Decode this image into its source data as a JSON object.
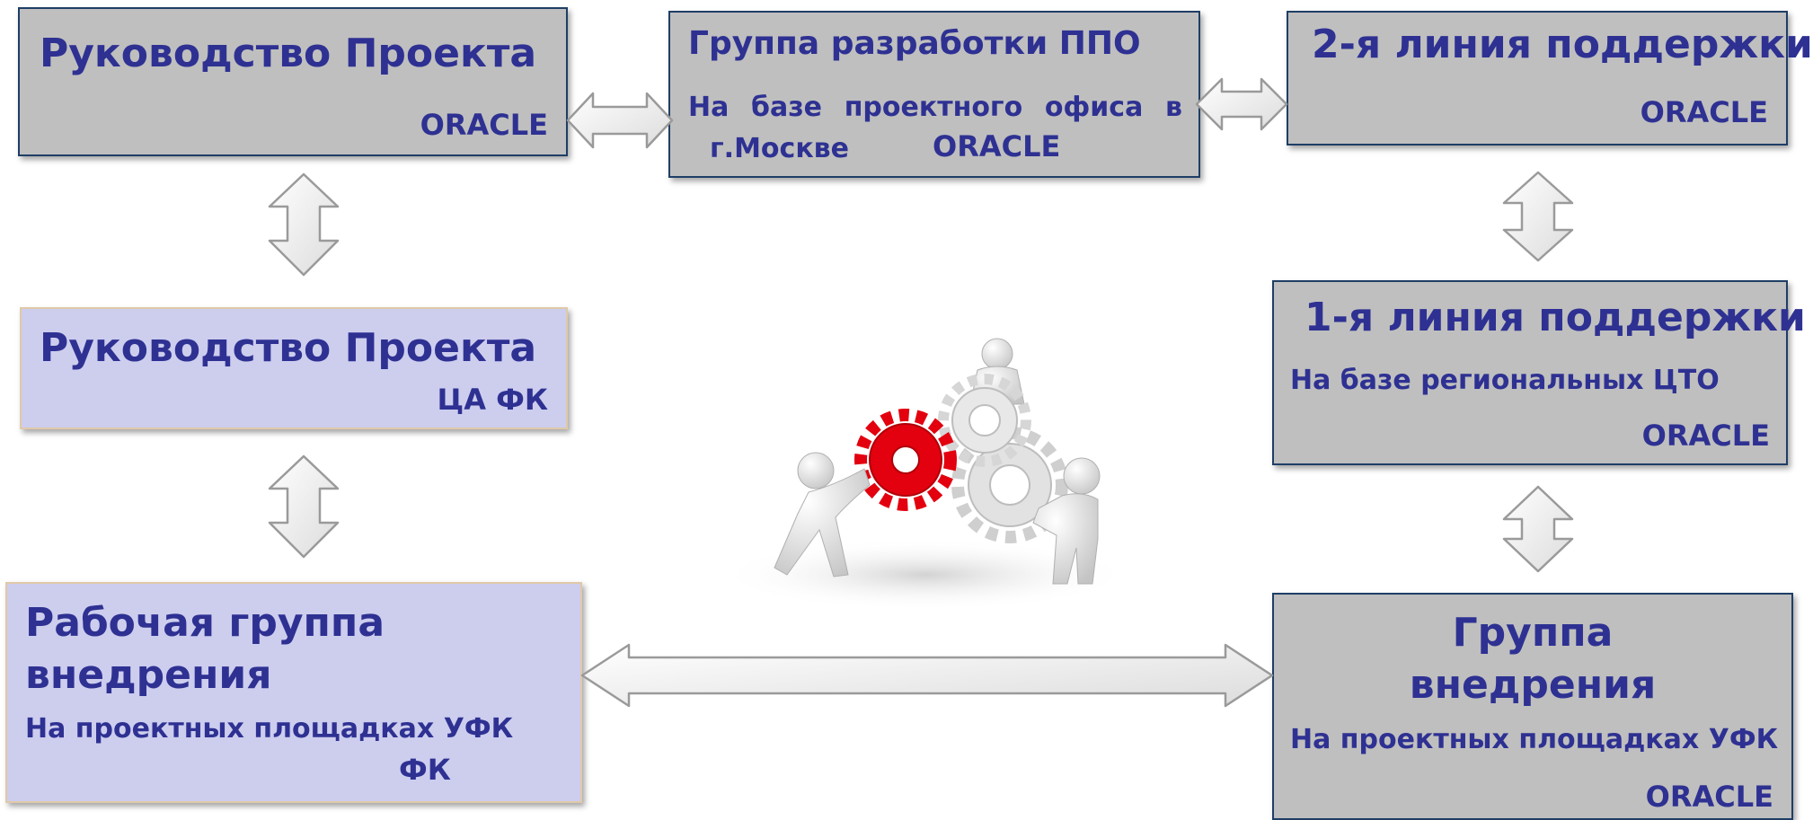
{
  "boxes": {
    "top_left": {
      "title": "Руководство Проекта",
      "org": "ORACLE"
    },
    "top_mid": {
      "title": "Группа разработки ППО",
      "line1_words": [
        "На",
        "базе",
        "проектного",
        "офиса",
        "в"
      ],
      "line2_city": "г.Москве",
      "org": "ORACLE"
    },
    "top_right": {
      "title": "2-я линия поддержки",
      "org": "ORACLE"
    },
    "mid_left": {
      "title": "Руководство Проекта",
      "org": "ЦА ФК"
    },
    "mid_right": {
      "title": "1-я линия поддержки",
      "desc": "На базе региональных ЦТО",
      "org": "ORACLE"
    },
    "bot_left": {
      "title_line1": "Рабочая группа",
      "title_line2": "внедрения",
      "desc": "На проектных площадках УФК",
      "org": "ФК"
    },
    "bot_right": {
      "title_line1": "Группа",
      "title_line2": "внедрения",
      "desc": "На проектных площадках УФК",
      "org": "ORACLE"
    }
  },
  "colors": {
    "text": "#2e3192",
    "gray_box": "#bfbfbf",
    "lavender_box": "#cdcdee",
    "gear_red": "#e3000f"
  }
}
